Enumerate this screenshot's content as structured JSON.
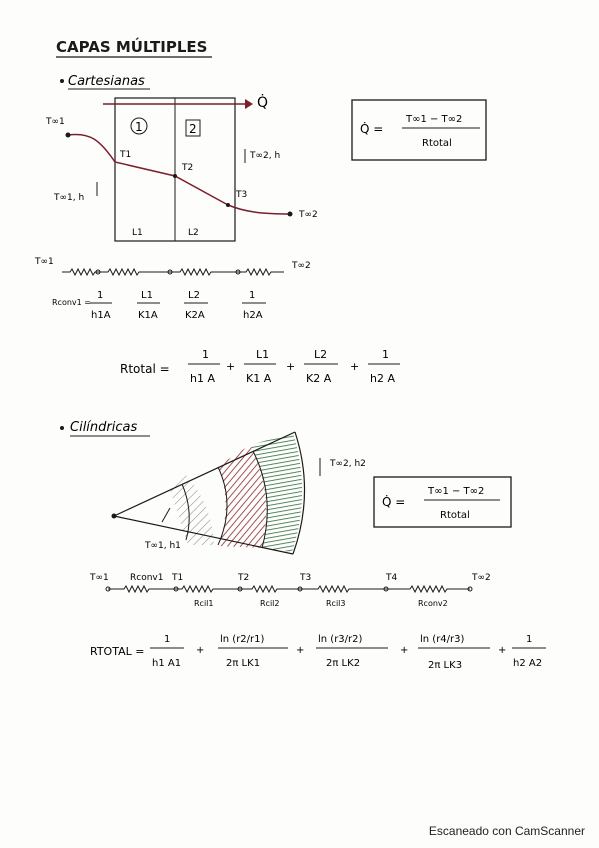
{
  "title": "CAPAS MÚLTIPLES",
  "sections": {
    "cartesian": {
      "heading": "Cartesianas",
      "q_label": "Q̇",
      "layer1": "1",
      "layer2": "2",
      "t_inf1": "T∞1",
      "t1": "T1",
      "t2": "T2",
      "t3": "T3",
      "t_inf2": "T∞2",
      "conv1": "T∞1, h",
      "conv2": "T∞2, h",
      "L1": "L1",
      "L2": "L2",
      "box_q": "Q̇ =",
      "box_num": "T∞1 − T∞2",
      "box_den": "Rtotal",
      "circuit_left": "T∞1",
      "circuit_right": "T∞2",
      "r_conv_label": "Rconv1 =",
      "r_terms": [
        {
          "num": "1",
          "den": "h1A"
        },
        {
          "num": "L1",
          "den": "K1A"
        },
        {
          "num": "L2",
          "den": "K2A"
        },
        {
          "num": "1",
          "den": "h2A"
        }
      ],
      "rtotal_label": "Rtotal =",
      "rtotal_terms": [
        {
          "num": "1",
          "den": "h1 A"
        },
        {
          "num": "L1",
          "den": "K1 A"
        },
        {
          "num": "L2",
          "den": "K2 A"
        },
        {
          "num": "1",
          "den": "h2 A"
        }
      ]
    },
    "cylindrical": {
      "heading": "Cilíndricas",
      "t_inf2": "T∞2, h2",
      "t_inf1": "T∞1, h1",
      "box_q": "Q̇ =",
      "box_num": "T∞1 − T∞2",
      "box_den": "Rtotal",
      "circuit_nodes": [
        "T∞1",
        "T1",
        "T2",
        "T3",
        "T4",
        "T∞2"
      ],
      "rconv1": "Rconv1",
      "resistors": [
        "Rcil1",
        "Rcil2",
        "Rcil3",
        "Rconv2"
      ],
      "rtotal_label": "RTOTAL =",
      "rtotal_terms": [
        {
          "num": "1",
          "den": "h1 A1"
        },
        {
          "num": "ln (r2/r1)",
          "den": "2π LK1"
        },
        {
          "num": "ln (r3/r2)",
          "den": "2π LK2"
        },
        {
          "num": "ln (r4/r3)",
          "den": "2π LK3"
        },
        {
          "num": "1",
          "den": "h2 A2"
        }
      ]
    }
  },
  "footer": "Escaneado con CamScanner",
  "colors": {
    "ink": "#1a1a1a",
    "curve": "#7a1f2b",
    "green": "#2e6b3a",
    "red": "#8b2a2a"
  }
}
